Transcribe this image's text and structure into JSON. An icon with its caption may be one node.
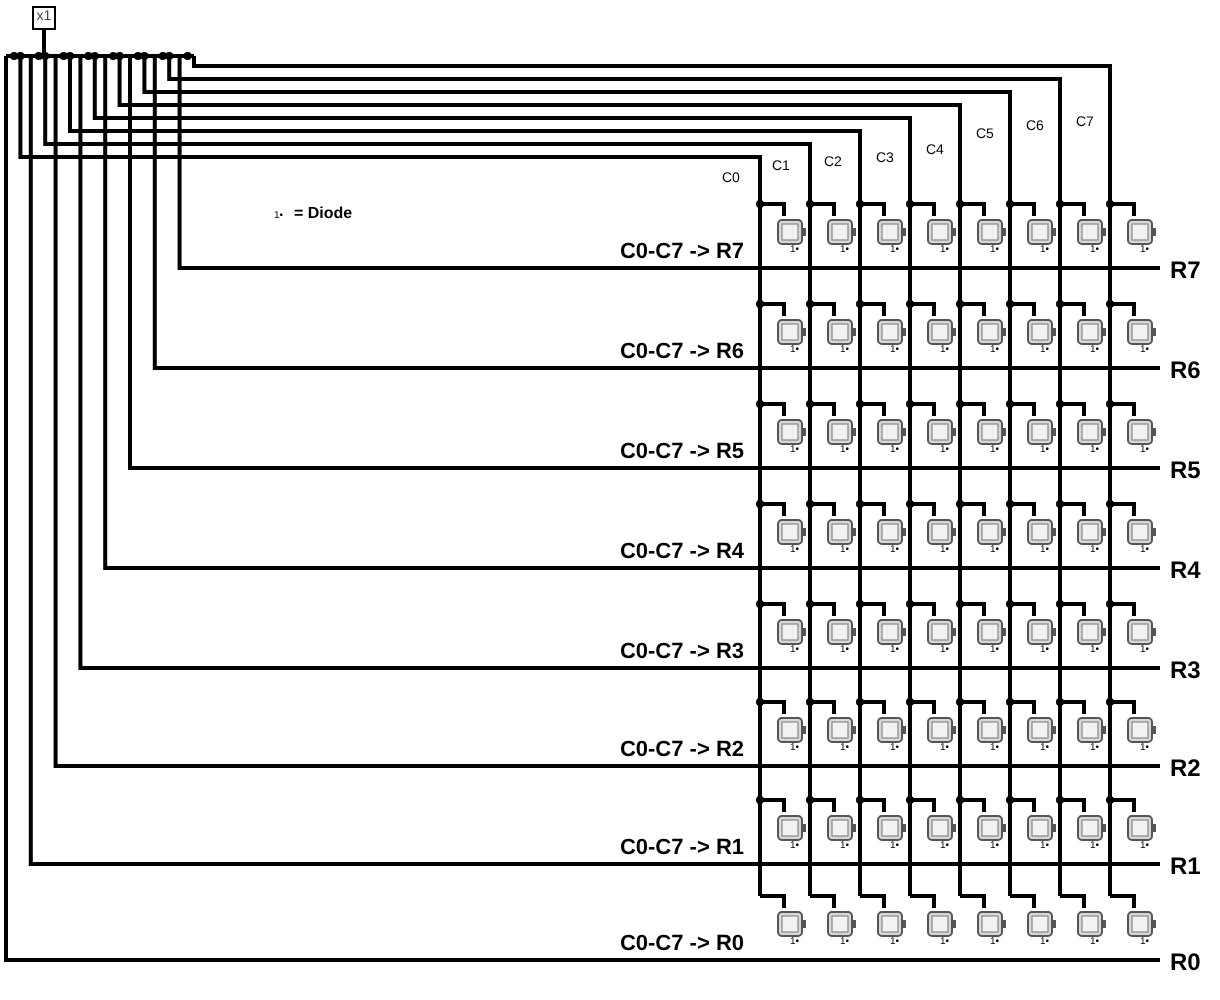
{
  "diagram": {
    "nodes": [
      {
        "text": [
          "x1"
        ]
      }
    ],
    "labels": [
      "C0",
      "C1",
      "C2",
      "C3",
      "C4",
      "C5",
      "C6",
      "C7",
      "1•",
      "= Diode",
      "1•",
      "1•",
      "1•",
      "1•",
      "1•",
      "1•",
      "1•",
      "1•",
      "C0-C7 -> R7",
      "R7",
      "1•",
      "1•",
      "1•",
      "1•",
      "1•",
      "1•",
      "1•",
      "1•",
      "C0-C7 -> R6",
      "R6",
      "1•",
      "1•",
      "1•",
      "1•",
      "1•",
      "1•",
      "1•",
      "1•",
      "C0-C7 -> R5",
      "R5",
      "1•",
      "1•",
      "1•",
      "1•",
      "1•",
      "1•",
      "1•",
      "1•",
      "C0-C7 -> R4",
      "R4",
      "1•",
      "1•",
      "1•",
      "1•",
      "1•",
      "1•",
      "1•",
      "1•",
      "C0-C7 -> R3",
      "R3",
      "1•",
      "1•",
      "1•",
      "1•",
      "1•",
      "1•",
      "1•",
      "1•",
      "C0-C7 -> R2",
      "R2",
      "1•",
      "1•",
      "1•",
      "1•",
      "1•",
      "1•",
      "1•",
      "1•",
      "C0-C7 -> R1",
      "R1",
      "1•",
      "1•",
      "1•",
      "1•",
      "1•",
      "1•",
      "1•",
      "1•",
      "C0-C7 -> R0",
      "R0"
    ]
  }
}
